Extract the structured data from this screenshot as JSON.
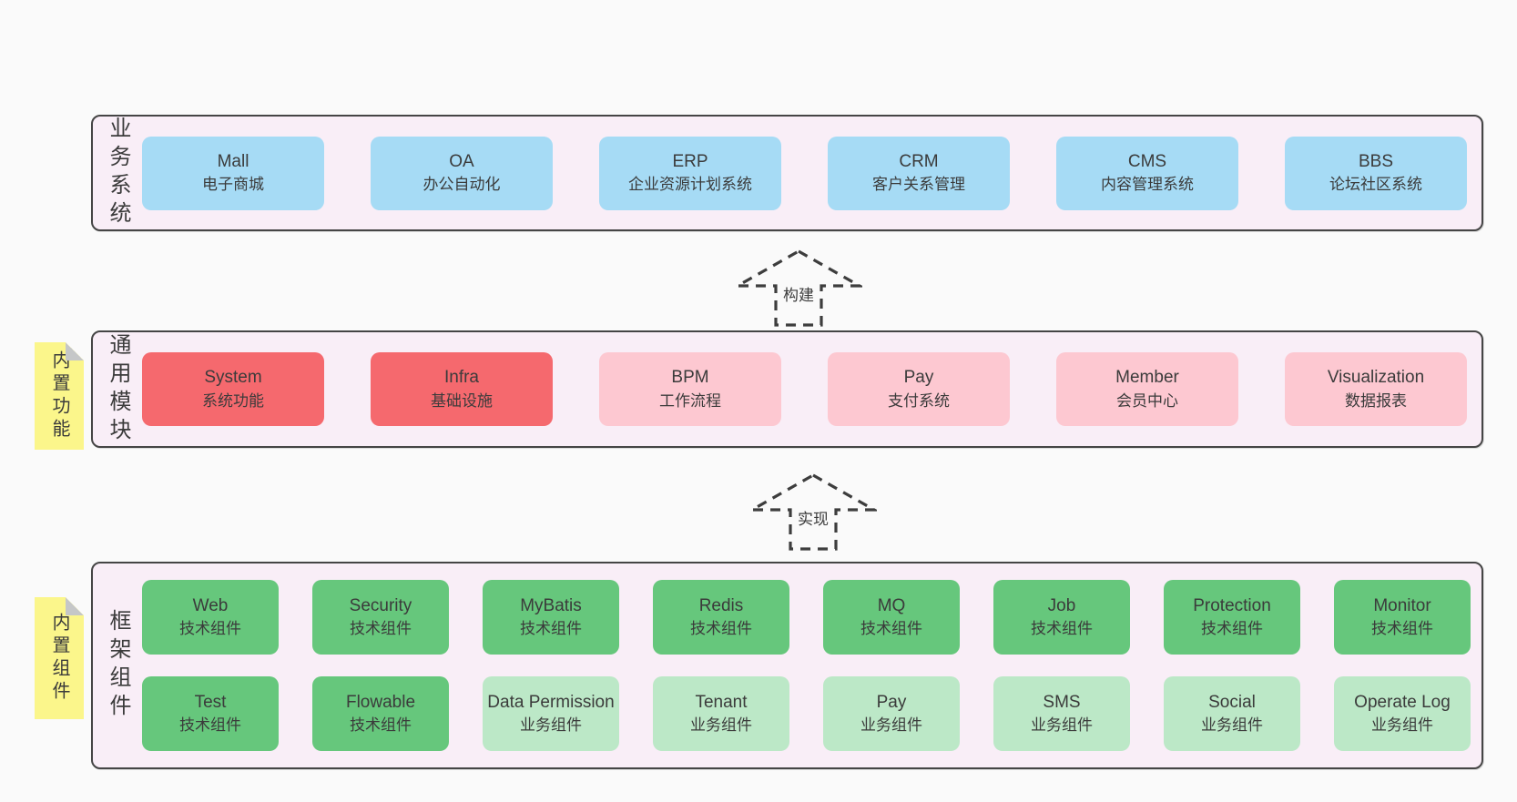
{
  "diagram": {
    "palette": {
      "page_background": "#fafafa",
      "band_background": "#f9eef7",
      "band_border": "#454545",
      "system_blue": "#a6dbf5",
      "module_red": "#f5696e",
      "module_pink": "#fdc8d1",
      "tech_component_green": "#66c77c",
      "biz_component_green": "#bce8c7",
      "sticky_yellow": "#fbf68b",
      "sticky_fold_gray": "#c5c7c8",
      "text": "#3b3b3b"
    },
    "arrows": [
      {
        "label": "构建"
      },
      {
        "label": "实现"
      }
    ],
    "bands": [
      {
        "label": "业务系统",
        "items": [
          {
            "title": "Mall",
            "subtitle": "电子商城"
          },
          {
            "title": "OA",
            "subtitle": "办公自动化"
          },
          {
            "title": "ERP",
            "subtitle": "企业资源计划系统"
          },
          {
            "title": "CRM",
            "subtitle": "客户关系管理"
          },
          {
            "title": "CMS",
            "subtitle": "内容管理系统"
          },
          {
            "title": "BBS",
            "subtitle": "论坛社区系统"
          }
        ]
      },
      {
        "label": "通用模块",
        "sticky": "内置功能",
        "items": [
          {
            "title": "System",
            "subtitle": "系统功能",
            "variant": "red"
          },
          {
            "title": "Infra",
            "subtitle": "基础设施",
            "variant": "red"
          },
          {
            "title": "BPM",
            "subtitle": "工作流程",
            "variant": "pink"
          },
          {
            "title": "Pay",
            "subtitle": "支付系统",
            "variant": "pink"
          },
          {
            "title": "Member",
            "subtitle": "会员中心",
            "variant": "pink"
          },
          {
            "title": "Visualization",
            "subtitle": "数据报表",
            "variant": "pink"
          }
        ]
      },
      {
        "label": "框架组件",
        "sticky": "内置组件",
        "rows": [
          [
            {
              "title": "Web",
              "subtitle": "技术组件",
              "variant": "green"
            },
            {
              "title": "Security",
              "subtitle": "技术组件",
              "variant": "green"
            },
            {
              "title": "MyBatis",
              "subtitle": "技术组件",
              "variant": "green"
            },
            {
              "title": "Redis",
              "subtitle": "技术组件",
              "variant": "green"
            },
            {
              "title": "MQ",
              "subtitle": "技术组件",
              "variant": "green"
            },
            {
              "title": "Job",
              "subtitle": "技术组件",
              "variant": "green"
            },
            {
              "title": "Protection",
              "subtitle": "技术组件",
              "variant": "green"
            },
            {
              "title": "Monitor",
              "subtitle": "技术组件",
              "variant": "green"
            }
          ],
          [
            {
              "title": "Test",
              "subtitle": "技术组件",
              "variant": "green"
            },
            {
              "title": "Flowable",
              "subtitle": "技术组件",
              "variant": "green"
            },
            {
              "title": "Data Permission",
              "subtitle": "业务组件",
              "variant": "green-light"
            },
            {
              "title": "Tenant",
              "subtitle": "业务组件",
              "variant": "green-light"
            },
            {
              "title": "Pay",
              "subtitle": "业务组件",
              "variant": "green-light"
            },
            {
              "title": "SMS",
              "subtitle": "业务组件",
              "variant": "green-light"
            },
            {
              "title": "Social",
              "subtitle": "业务组件",
              "variant": "green-light"
            },
            {
              "title": "Operate Log",
              "subtitle": "业务组件",
              "variant": "green-light"
            }
          ]
        ]
      }
    ]
  }
}
